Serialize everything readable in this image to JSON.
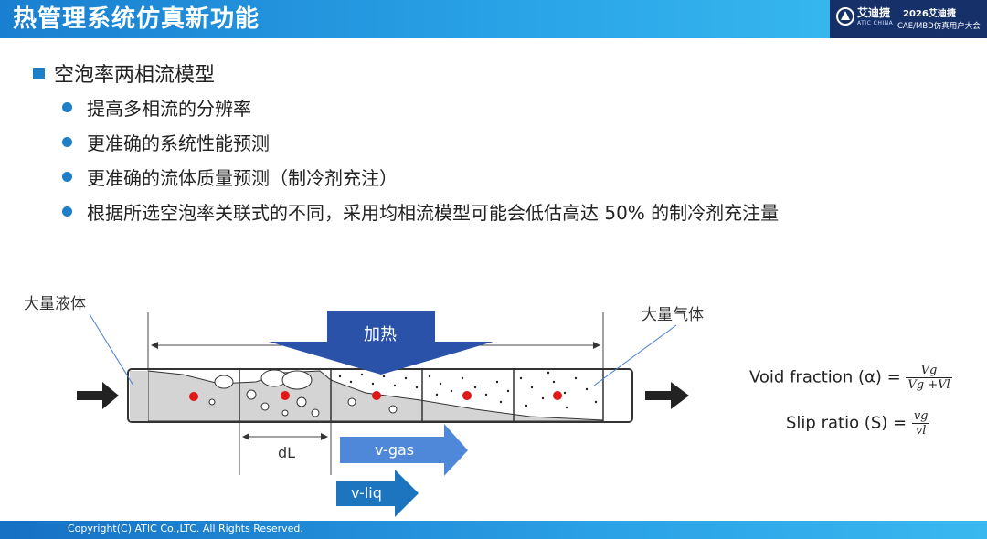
{
  "header": {
    "title": "热管理系统仿真新功能",
    "brand_name": "艾迪捷",
    "brand_sub": "ATIC CHINA",
    "brand_line1": "2026艾迪捷",
    "brand_line2": "CAE/MBD仿真用户大会"
  },
  "section": {
    "title": "空泡率两相流模型"
  },
  "bullets": [
    "提高多相流的分辨率",
    "更准确的系统性能预测",
    "更准确的流体质量预测（制冷剂充注）",
    "根据所选空泡率关联式的不同，采用均相流模型可能会低估高达 50% 的制冷剂充注量"
  ],
  "diagram": {
    "label_liquid": "大量液体",
    "label_gas": "大量气体",
    "label_heat": "加热",
    "label_dl": "dL",
    "label_vgas": "v-gas",
    "label_vliq": "v-liq",
    "colors": {
      "pipe_fill": "#d4d4d4",
      "heat_arrow": "#2a52a8",
      "vgas_arrow": "#4f88d8",
      "vliq_arrow": "#1c75be",
      "drop": "#e01818"
    }
  },
  "formulas": {
    "void_label": "Void fraction (α) =",
    "void_num": "Vg",
    "void_den": "Vg +Vl",
    "slip_label": "Slip ratio (S) =",
    "slip_num": "vg",
    "slip_den": "vl"
  },
  "footer": {
    "copyright": "Copyright(C) ATIC Co.,LTC. All Rights Reserved."
  }
}
